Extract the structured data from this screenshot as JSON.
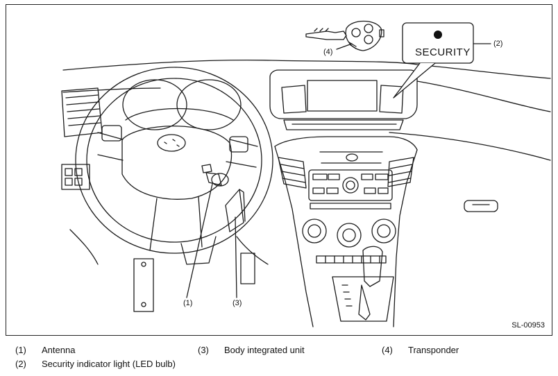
{
  "figure": {
    "code": "SL-00953",
    "panel_text": "SECURITY",
    "callouts": {
      "c1": "(1)",
      "c2": "(2)",
      "c3": "(3)",
      "c4": "(4)"
    }
  },
  "legend": {
    "items": [
      {
        "num": "(1)",
        "label": "Antenna"
      },
      {
        "num": "(2)",
        "label": "Security indicator light (LED bulb)"
      },
      {
        "num": "(3)",
        "label": "Body integrated unit"
      },
      {
        "num": "(4)",
        "label": "Transponder"
      }
    ]
  }
}
